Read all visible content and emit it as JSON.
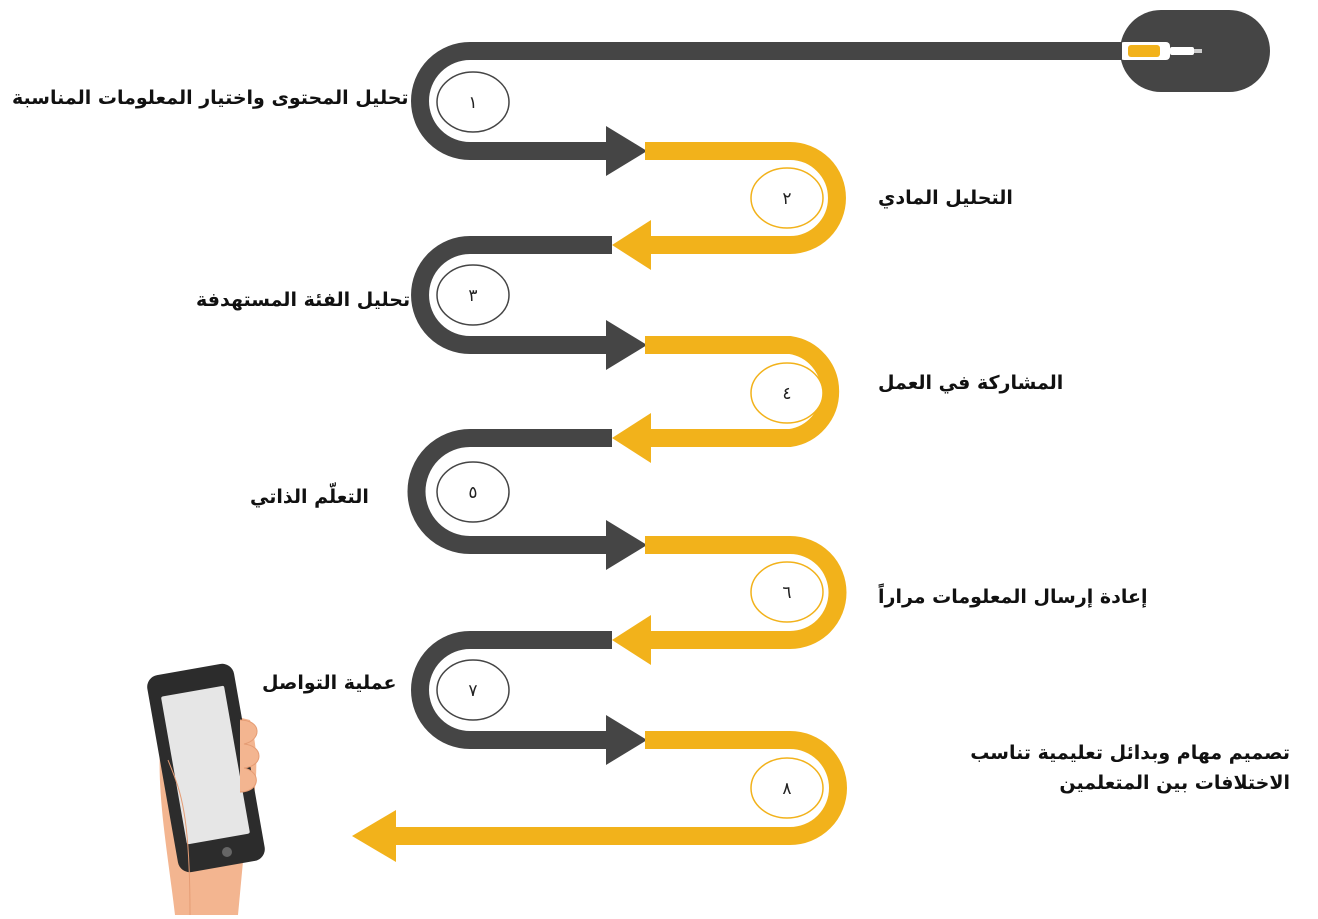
{
  "colors": {
    "dark": "#454545",
    "gold": "#F2B21B",
    "circle_fill": "#ffffff",
    "text": "#111111"
  },
  "steps": [
    {
      "num": "١",
      "label": "تحليل المحتوى واختيار المعلومات المناسبة",
      "color": "dark"
    },
    {
      "num": "٢",
      "label": "التحليل المادي",
      "color": "gold"
    },
    {
      "num": "٣",
      "label": "تحليل الفئة المستهدفة",
      "color": "dark"
    },
    {
      "num": "٤",
      "label": "المشاركة في العمل",
      "color": "gold"
    },
    {
      "num": "٥",
      "label": "التعلّم الذاتي",
      "color": "dark"
    },
    {
      "num": "٦",
      "label": "إعادة إرسال المعلومات مراراً",
      "color": "gold"
    },
    {
      "num": "٧",
      "label": "عملية التواصل",
      "color": "dark"
    },
    {
      "num": "٨",
      "label": "تصميم مهام وبدائل تعليمية تناسب الاختلافات بين المتعلمين",
      "color": "gold"
    }
  ],
  "icons": {
    "start": "usb-plug-icon",
    "end": "smartphone-in-hand-icon"
  }
}
